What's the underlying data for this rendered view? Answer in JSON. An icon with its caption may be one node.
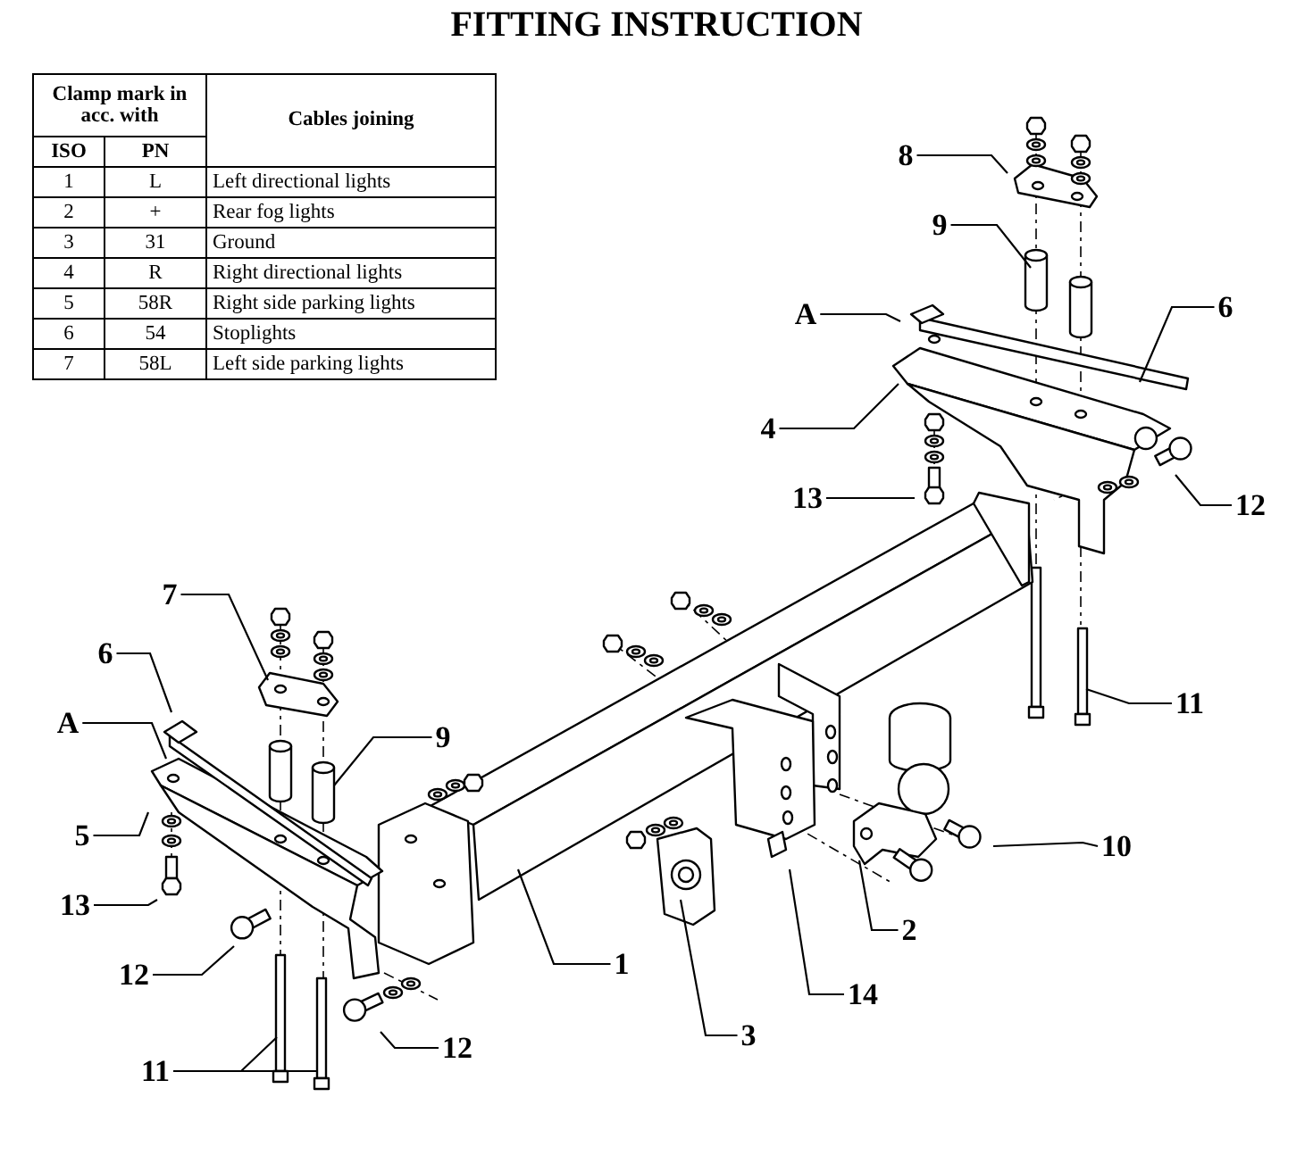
{
  "diagram": {
    "title": "FITTING INSTRUCTION",
    "nodes": [
      {
        "text": [
          "8"
        ]
      },
      {
        "text": [
          "9"
        ]
      },
      {
        "text": [
          "A"
        ]
      },
      {
        "text": [
          "6"
        ]
      },
      {
        "text": [
          "4"
        ]
      },
      {
        "text": [
          "13"
        ]
      },
      {
        "text": [
          "12"
        ]
      },
      {
        "text": [
          "7"
        ]
      },
      {
        "text": [
          "6"
        ]
      },
      {
        "text": [
          "11"
        ]
      },
      {
        "text": [
          "A"
        ]
      },
      {
        "text": [
          "9"
        ]
      },
      {
        "text": [
          "5"
        ]
      },
      {
        "text": [
          "10"
        ]
      },
      {
        "text": [
          "13"
        ]
      },
      {
        "text": [
          "1"
        ]
      },
      {
        "text": [
          "2"
        ]
      },
      {
        "text": [
          "12"
        ]
      },
      {
        "text": [
          "14"
        ]
      },
      {
        "text": [
          "3"
        ]
      },
      {
        "text": [
          "12"
        ]
      },
      {
        "text": [
          "11"
        ]
      }
    ],
    "edges": [
      {
        "from": 0,
        "to": null,
        "arrow": "none"
      },
      {
        "from": 1,
        "to": null,
        "arrow": "none"
      },
      {
        "from": 2,
        "to": null,
        "arrow": "none"
      },
      {
        "from": 3,
        "to": null,
        "arrow": "none"
      },
      {
        "from": 4,
        "to": null,
        "arrow": "none"
      },
      {
        "from": 5,
        "to": null,
        "arrow": "none"
      },
      {
        "from": 6,
        "to": null,
        "arrow": "none"
      },
      {
        "from": 7,
        "to": null,
        "arrow": "none"
      },
      {
        "from": 8,
        "to": null,
        "arrow": "none"
      },
      {
        "from": 9,
        "to": null,
        "arrow": "none"
      },
      {
        "from": 10,
        "to": null,
        "arrow": "none"
      },
      {
        "from": 11,
        "to": null,
        "arrow": "none"
      },
      {
        "from": 12,
        "to": null,
        "arrow": "none"
      },
      {
        "from": 13,
        "to": null,
        "arrow": "none"
      },
      {
        "from": 14,
        "to": null,
        "arrow": "none"
      },
      {
        "from": 15,
        "to": null,
        "arrow": "none"
      },
      {
        "from": 16,
        "to": null,
        "arrow": "none"
      },
      {
        "from": 17,
        "to": null,
        "arrow": "none"
      },
      {
        "from": 18,
        "to": null,
        "arrow": "none"
      },
      {
        "from": 19,
        "to": null,
        "arrow": "none"
      },
      {
        "from": 20,
        "to": null,
        "arrow": "none"
      },
      {
        "from": 21,
        "to": null,
        "arrow": "none"
      },
      {
        "from": 21,
        "to": null,
        "arrow": "none"
      }
    ],
    "labels": [
      "Clamp mark in acc. with",
      "Cables joining",
      "ISO",
      "PN",
      "1",
      "L",
      "Left directional lights",
      "2",
      "+",
      "Rear fog lights",
      "3",
      "31",
      "Ground",
      "4",
      "R",
      "Right directional lights",
      "5",
      "58R",
      "Right side parking lights",
      "6",
      "54",
      "Stoplights",
      "7",
      "58L",
      "Left side parking lights"
    ]
  }
}
